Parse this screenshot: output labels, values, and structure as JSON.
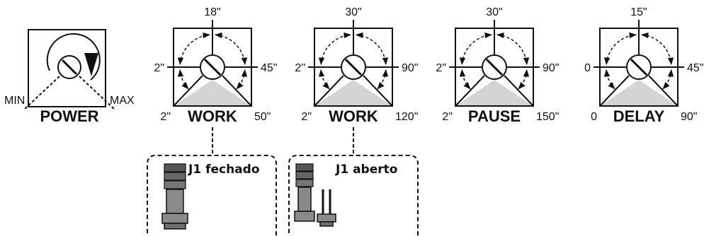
{
  "power": {
    "title": "POWER",
    "min_label": "MIN",
    "max_label": "MAX"
  },
  "dials": [
    {
      "title": "WORK",
      "top": "18\"",
      "left": "2\"",
      "right": "45\"",
      "bottom_left": "2\"",
      "bottom_right": "50\""
    },
    {
      "title": "WORK",
      "top": "30\"",
      "left": "2\"",
      "right": "90\"",
      "bottom_left": "2\"",
      "bottom_right": "120\""
    },
    {
      "title": "PAUSE",
      "top": "30\"",
      "left": "2\"",
      "right": "90\"",
      "bottom_left": "2\"",
      "bottom_right": "150\""
    },
    {
      "title": "DELAY",
      "top": "15\"",
      "left": "0",
      "right": "45\"",
      "bottom_left": "0",
      "bottom_right": "90\""
    }
  ],
  "jumpers": [
    {
      "label": "J1 fechado"
    },
    {
      "label": "J1 aberto"
    }
  ],
  "colors": {
    "stroke": "#111111",
    "fill_gray": "#d4d4d4",
    "jumper_gray": "#8a8a8a"
  }
}
